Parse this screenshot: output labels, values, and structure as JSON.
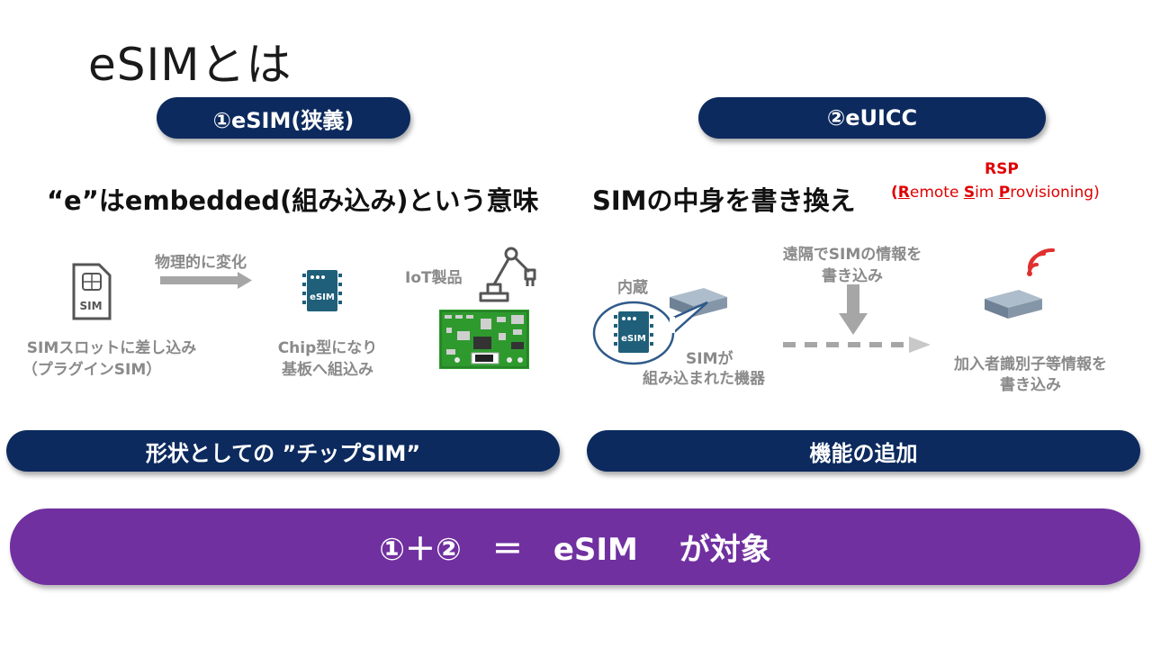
{
  "title": "eSIMとは",
  "left": {
    "pill": "①eSIM(狭義)",
    "heading": "“e”はembedded(組み込み)という意味",
    "arrow_label": "物理的に変化",
    "sim_card_label": "SIM",
    "esim_chip_label": "eSIM",
    "iot_label": "IoT製品",
    "caption_slot_1": "SIMスロットに差し込み",
    "caption_slot_2": "（プラグインSIM）",
    "caption_chip_1": "Chip型になり",
    "caption_chip_2": "基板へ組込み",
    "bottom_pill": "形状としての ”チップSIM”"
  },
  "right": {
    "pill": "②eUICC",
    "heading": "SIMの中身を書き換え",
    "rsp_title": "RSP",
    "rsp_open": "(",
    "rsp_R": "R",
    "rsp_emote": "emote ",
    "rsp_S": "S",
    "rsp_im": "im ",
    "rsp_P": "P",
    "rsp_rovisioning": "rovisioning)",
    "builtin_label": "内蔵",
    "esim_chip_label": "eSIM",
    "remote_1": "遠隔でSIMの情報を",
    "remote_2": "書き込み",
    "device_caption_1": "SIMが",
    "device_caption_2": "組み込まれた機器",
    "subscriber_1": "加入者識別子等情報を",
    "subscriber_2": "書き込み",
    "bottom_pill": "機能の追加"
  },
  "summary": "①＋②　＝　eSIM　 が対象",
  "colors": {
    "navy": "#0c2a5e",
    "purple": "#7030a0",
    "rsp_red": "#e00000",
    "pcb_green": "#2e9a2e",
    "wifi_red": "#e03030"
  }
}
